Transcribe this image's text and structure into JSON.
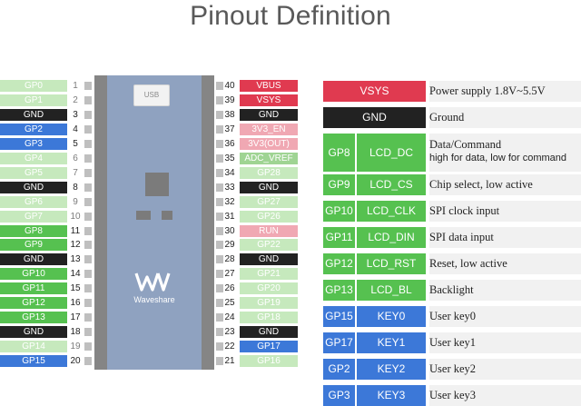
{
  "title": "Pinout Definition",
  "colors": {
    "gp_light": "#c6e9bd",
    "gp_green": "#56c150",
    "gp_blue": "#3c78d8",
    "gnd": "#222222",
    "power": "#e03a50",
    "adc": "#6dc066"
  },
  "board": {
    "usb_label": "USB",
    "brand": "Waveshare",
    "logo": "waveshare-logo-icon"
  },
  "left_pins": [
    {
      "label": "GP0",
      "num": "1",
      "style": "light"
    },
    {
      "label": "GP1",
      "num": "2",
      "style": "light"
    },
    {
      "label": "GND",
      "num": "3",
      "style": "gnd"
    },
    {
      "label": "GP2",
      "num": "4",
      "style": "blue"
    },
    {
      "label": "GP3",
      "num": "5",
      "style": "blue"
    },
    {
      "label": "GP4",
      "num": "6",
      "style": "light"
    },
    {
      "label": "GP5",
      "num": "7",
      "style": "light"
    },
    {
      "label": "GND",
      "num": "8",
      "style": "gnd"
    },
    {
      "label": "GP6",
      "num": "9",
      "style": "light"
    },
    {
      "label": "GP7",
      "num": "10",
      "style": "light"
    },
    {
      "label": "GP8",
      "num": "11",
      "style": "green"
    },
    {
      "label": "GP9",
      "num": "12",
      "style": "green"
    },
    {
      "label": "GND",
      "num": "13",
      "style": "gnd"
    },
    {
      "label": "GP10",
      "num": "14",
      "style": "green"
    },
    {
      "label": "GP11",
      "num": "15",
      "style": "green"
    },
    {
      "label": "GP12",
      "num": "16",
      "style": "green"
    },
    {
      "label": "GP13",
      "num": "17",
      "style": "green"
    },
    {
      "label": "GND",
      "num": "18",
      "style": "gnd"
    },
    {
      "label": "GP14",
      "num": "19",
      "style": "light"
    },
    {
      "label": "GP15",
      "num": "20",
      "style": "blue"
    }
  ],
  "right_pins": [
    {
      "label": "VBUS",
      "num": "40",
      "style": "power"
    },
    {
      "label": "VSYS",
      "num": "39",
      "style": "power"
    },
    {
      "label": "GND",
      "num": "38",
      "style": "gnd"
    },
    {
      "label": "3V3_EN",
      "num": "37",
      "style": "power"
    },
    {
      "label": "3V3(OUT)",
      "num": "36",
      "style": "power"
    },
    {
      "label": "ADC_VREF",
      "num": "35",
      "style": "adc"
    },
    {
      "label": "GP28",
      "num": "34",
      "style": "light"
    },
    {
      "label": "GND",
      "num": "33",
      "style": "gnd"
    },
    {
      "label": "GP27",
      "num": "32",
      "style": "light"
    },
    {
      "label": "GP26",
      "num": "31",
      "style": "light"
    },
    {
      "label": "RUN",
      "num": "30",
      "style": "power"
    },
    {
      "label": "GP22",
      "num": "29",
      "style": "light"
    },
    {
      "label": "GND",
      "num": "28",
      "style": "gnd"
    },
    {
      "label": "GP21",
      "num": "27",
      "style": "light"
    },
    {
      "label": "GP20",
      "num": "26",
      "style": "light"
    },
    {
      "label": "GP19",
      "num": "25",
      "style": "light"
    },
    {
      "label": "GP18",
      "num": "24",
      "style": "light"
    },
    {
      "label": "GND",
      "num": "23",
      "style": "gnd"
    },
    {
      "label": "GP17",
      "num": "22",
      "style": "blue"
    },
    {
      "label": "GP16",
      "num": "21",
      "style": "light"
    }
  ],
  "legend": [
    {
      "type": "single",
      "name": "VSYS",
      "color": "#e03a50",
      "desc": "Power supply 1.8V~5.5V"
    },
    {
      "type": "single",
      "name": "GND",
      "color": "#222222",
      "desc": "Ground"
    },
    {
      "type": "double",
      "gp": "GP8",
      "name": "LCD_DC",
      "color": "#56c150",
      "desc": "Data/Command",
      "desc2": "high for data, low for command"
    },
    {
      "type": "double",
      "gp": "GP9",
      "name": "LCD_CS",
      "color": "#56c150",
      "desc": "Chip select, low active"
    },
    {
      "type": "double",
      "gp": "GP10",
      "name": "LCD_CLK",
      "color": "#56c150",
      "desc": "SPI clock input"
    },
    {
      "type": "double",
      "gp": "GP11",
      "name": "LCD_DIN",
      "color": "#56c150",
      "desc": "SPI data input"
    },
    {
      "type": "double",
      "gp": "GP12",
      "name": "LCD_RST",
      "color": "#56c150",
      "desc": "Reset, low active"
    },
    {
      "type": "double",
      "gp": "GP13",
      "name": "LCD_BL",
      "color": "#56c150",
      "desc": "Backlight"
    },
    {
      "type": "double",
      "gp": "GP15",
      "name": "KEY0",
      "color": "#3c78d8",
      "desc": "User key0"
    },
    {
      "type": "double",
      "gp": "GP17",
      "name": "KEY1",
      "color": "#3c78d8",
      "desc": "User key1"
    },
    {
      "type": "double",
      "gp": "GP2",
      "name": "KEY2",
      "color": "#3c78d8",
      "desc": "User key2"
    },
    {
      "type": "double",
      "gp": "GP3",
      "name": "KEY3",
      "color": "#3c78d8",
      "desc": "User key3"
    }
  ]
}
